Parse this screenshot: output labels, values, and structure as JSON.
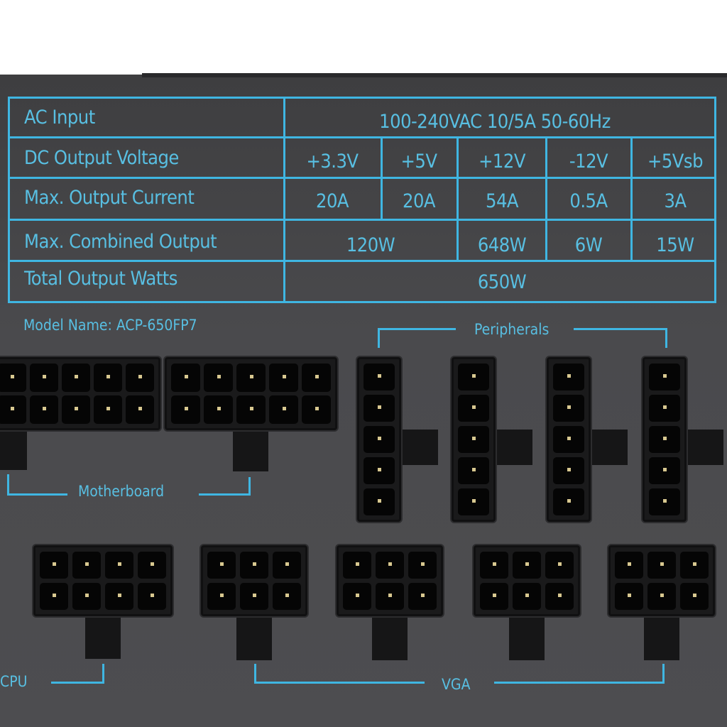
{
  "spec_table": {
    "rows": {
      "ac_input": {
        "label": "AC Input",
        "value": "100-240VAC 10/5A 50-60Hz"
      },
      "dc_voltage": {
        "label": "DC Output Voltage",
        "values": [
          "+3.3V",
          "+5V",
          "+12V",
          "-12V",
          "+5Vsb"
        ]
      },
      "max_current": {
        "label": "Max. Output Current",
        "values": [
          "20A",
          "20A",
          "54A",
          "0.5A",
          "3A"
        ]
      },
      "max_combined": {
        "label": "Max. Combined Output",
        "values": [
          "120W",
          "648W",
          "6W",
          "15W"
        ]
      },
      "total_watts": {
        "label": "Total Output Watts",
        "value": "650W"
      }
    }
  },
  "model_name": "Model Name: ACP-650FP7",
  "connector_labels": {
    "motherboard": "Motherboard",
    "peripherals": "Peripherals",
    "cpu": "CPU",
    "vga": "VGA"
  },
  "colors": {
    "label_cyan": "#3fb6e2",
    "panel": "#4a4a4d"
  }
}
